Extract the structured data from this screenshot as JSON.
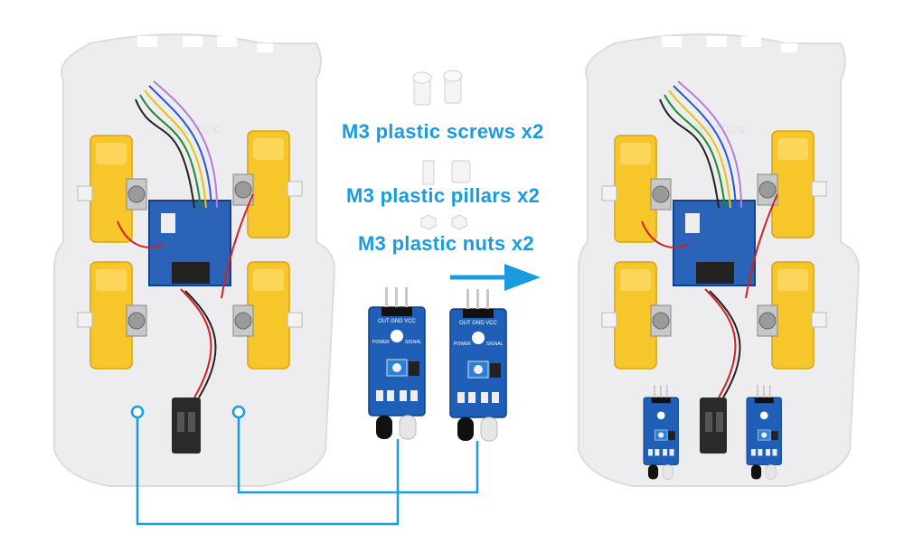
{
  "colors": {
    "accent_blue": "#1a9be0",
    "chassis": "#ededef",
    "motor_yellow": "#f7c62a",
    "pcb_blue": "#1f5fb8",
    "wire_red": "#d42020"
  },
  "labels": {
    "screws": "M3 plastic screws x2",
    "pillars": "M3 plastic pillars x2",
    "nuts": "M3 plastic nuts x2"
  },
  "chassis_logo": "OSOYOO",
  "sensor_silkscreen": {
    "pins": "OUT GND VCC",
    "power": "POWER",
    "signal": "SIGNAL"
  },
  "icons": {
    "arrow": "right-arrow-icon",
    "screw": "screw-icon",
    "pillar": "pillar-icon",
    "nut": "nut-icon"
  }
}
